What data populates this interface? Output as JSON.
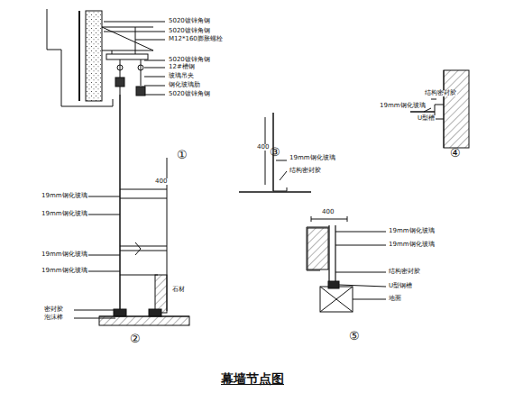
{
  "diagram": {
    "title": "幕墙节点图",
    "labels": [
      "5020镀锌角钢",
      "5020镀锌角钢",
      "M12*160膨胀螺栓",
      "5020镀锌角钢",
      "12#槽钢",
      "玻璃吊夹",
      "钢化玻璃肋",
      "5020镀锌角钢",
      "①",
      "19mm钢化玻璃",
      "400",
      "19mm钢化玻璃",
      "19mm钢化玻璃",
      "19mm钢化玻璃",
      "石材",
      "密封胶",
      "泡沫棒",
      "②",
      "19mm钢化玻璃",
      "结构密封胶",
      "400",
      "③",
      "结构密封胶",
      "19mm钢化玻璃",
      "U型槽",
      "④",
      "400",
      "19mm钢化玻璃",
      "19mm钢化玻璃",
      "结构密封胶",
      "U型钢槽",
      "地面",
      "⑤"
    ]
  }
}
